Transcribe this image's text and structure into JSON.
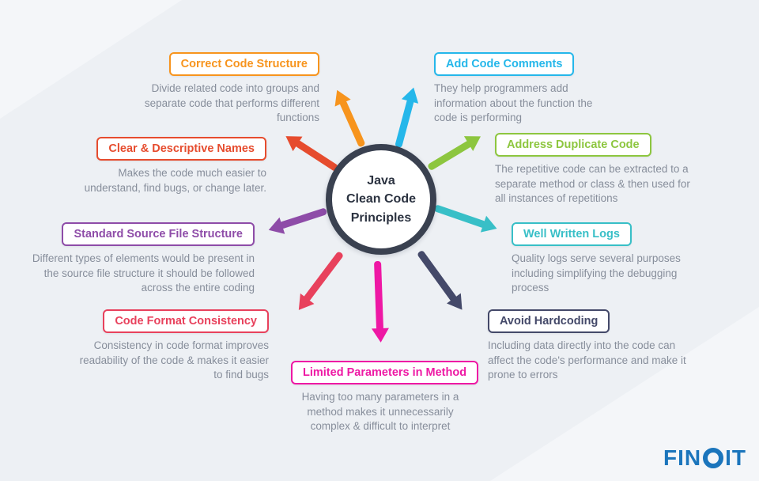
{
  "center": {
    "line1": "Java",
    "line2": "Clean Code",
    "line3": "Principles",
    "border_color": "#3a4150",
    "text_color": "#2b3240"
  },
  "principles": [
    {
      "title": "Correct Code Structure",
      "desc": "Divide related code into groups and separate code that performs different functions",
      "color": "#f7941d"
    },
    {
      "title": "Add Code Comments",
      "desc": "They help programmers add information about the function the code is performing",
      "color": "#25b7ea"
    },
    {
      "title": "Clear & Descriptive Names",
      "desc": "Makes the code much easier to understand, find bugs, or change later.",
      "color": "#e64c2e"
    },
    {
      "title": "Address Duplicate Code",
      "desc": "The repetitive code can be extracted to a separate method or class & then used for all instances of repetitions",
      "color": "#8dc63f"
    },
    {
      "title": "Standard Source File Structure",
      "desc": "Different types of elements would be present in the source file structure it should be followed across the entire coding",
      "color": "#8e4ca8"
    },
    {
      "title": "Well Written Logs",
      "desc": "Quality logs serve several purposes including simplifying the debugging process",
      "color": "#38bfc7"
    },
    {
      "title": "Code Format Consistency",
      "desc": "Consistency in code format improves readability of the code & makes it easier to find bugs",
      "color": "#e8415c"
    },
    {
      "title": "Limited Parameters in Method",
      "desc": "Having too many parameters in a method makes it unnecessarily complex & difficult to interpret",
      "color": "#ee18a4"
    },
    {
      "title": "Avoid Hardcoding",
      "desc": "Including data directly into the code can affect the code's performance and make it prone to errors",
      "color": "#444969"
    }
  ],
  "logo": {
    "prefix": "FIN",
    "suffix": "IT",
    "color": "#1b75bc"
  }
}
